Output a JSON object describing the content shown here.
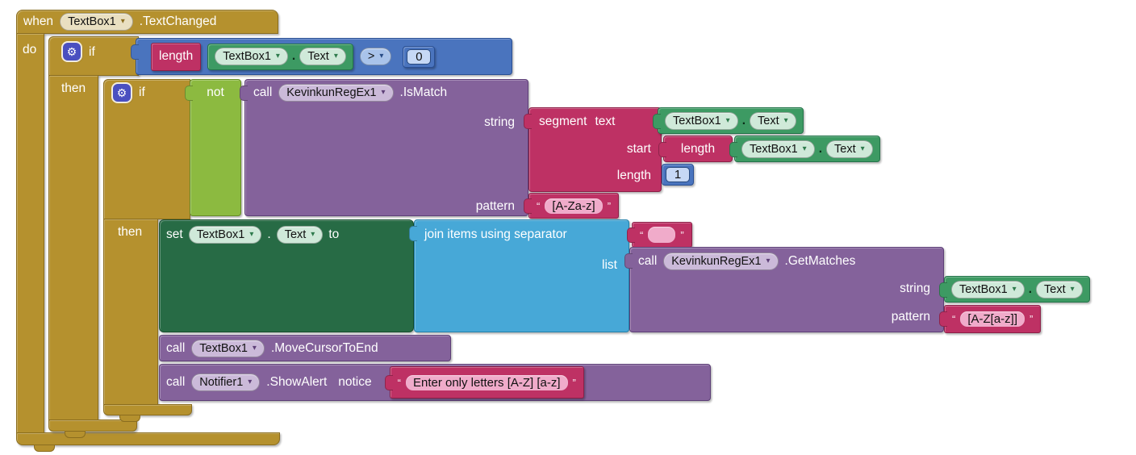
{
  "colors": {
    "mustard": "#b5912e",
    "mustard-b": "#8a6d1f",
    "blue": "#4a74be",
    "blue-b": "#2a4f93",
    "blue-field": "#c6d8f5",
    "blue-pill": "#a9c3ea",
    "logic": "#8cba40",
    "logic-b": "#668c26",
    "getter": "#3d9a63",
    "getter-b": "#23744a",
    "mint": "#cfe9d9",
    "setg": "#276b45",
    "setg-b": "#154d2d",
    "listb": "#47a8d7",
    "listb-b": "#2380ab",
    "purple": "#84629b",
    "purple-b": "#5d3f77",
    "lav": "#cbbad9",
    "crimson": "#be3164",
    "crimson-b": "#8c1f47",
    "pink": "#f0abca",
    "beige": "#e9dfc1",
    "gear": "#4a50c0"
  },
  "icons": {
    "dropdown": "▾",
    "gear": "⚙",
    "quote_open": "“",
    "quote_close": "”"
  },
  "labels": {
    "when": "when",
    "do": "do",
    "if": "if",
    "then": "then",
    "not": "not",
    "call": "call",
    "set": "set",
    "to": "to",
    "list": "list",
    "string": "string",
    "pattern": "pattern",
    "start": "start",
    "length": "length",
    "segment": "segment",
    "text": "text",
    "notice": "notice",
    "join": "join items using separator",
    "dot": "."
  },
  "components": {
    "textbox": "TextBox1",
    "regex": "KevinkunRegEx1",
    "notifier": "Notifier1"
  },
  "properties": {
    "text": "Text"
  },
  "events": {
    "textchanged": ".TextChanged"
  },
  "methods": {
    "ismatch": ".IsMatch",
    "getmatches": ".GetMatches",
    "movecursor": ".MoveCursorToEnd",
    "showalert": ".ShowAlert"
  },
  "values": {
    "operator": ">",
    "zero": "0",
    "one": "1",
    "pattern_letters": "[A-Za-z]",
    "pattern_matches": "[A-Z[a-z]]",
    "separator": "",
    "alert_message": "Enter only letters [A-Z] [a-z]"
  }
}
